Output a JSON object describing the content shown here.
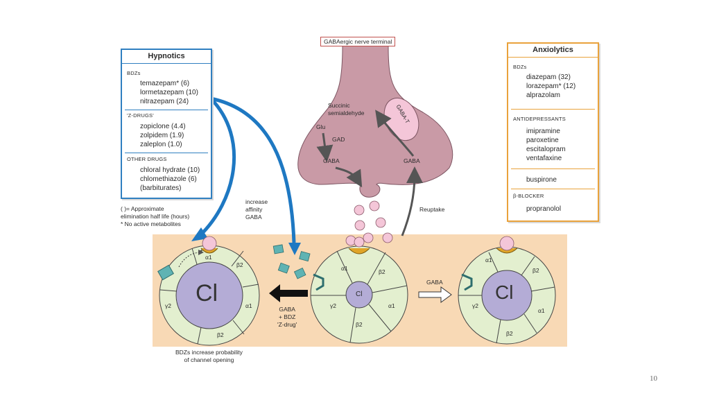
{
  "hypnotics": {
    "title": "Hypnotics",
    "bdz_caption": "BDZs",
    "bdz_drugs": [
      "temazepam* (6)",
      "lormetazepam (10)",
      "nitrazepam (24)"
    ],
    "zdrug_caption": "'Z-DRUGS'",
    "z_drugs": [
      "zopiclone (4.4)",
      "zolpidem (1.9)",
      "zaleplon (1.0)"
    ],
    "other_caption": "OTHER DRUGS",
    "other_drugs": [
      "chloral hydrate (10)",
      "chlomethiazole (6)",
      "(barbiturates)"
    ]
  },
  "legend_notes": [
    "( )= Approximate",
    "elimination half life (hours)",
    "* No active metabolites"
  ],
  "anxiolytics": {
    "title": "Anxiolytics",
    "bdz_caption": "BDZs",
    "bdz_drugs": [
      "diazepam (32)",
      "lorazepam* (12)",
      "alprazolam"
    ],
    "antidep_caption": "ANTIDEPRESSANTS",
    "antidep_drugs": [
      "imipramine",
      "paroxetine",
      "escitalopram",
      "ventafaxine"
    ],
    "buspirone": "buspirone",
    "beta_caption": "β-BLOCKER",
    "beta_drugs": [
      "propranolol"
    ]
  },
  "terminal": {
    "label": "GABAergic nerve terminal",
    "succinic": [
      "Succinic",
      "semialdehyde"
    ],
    "glu": "Glu",
    "gad": "GAD",
    "gaba_left": "GABA",
    "gaba_right": "GABA",
    "gaba_t": "GABA-T",
    "reuptake": "Reuptake"
  },
  "affinity_text": [
    "increase",
    "affinity",
    "GABA"
  ],
  "left_arrow_text": [
    "GABA",
    "+ BDZ",
    "'Z-drug'"
  ],
  "right_arrow_text": "GABA",
  "bdz_probability": [
    "BDZs increase probability",
    "of channel opening"
  ],
  "channel_left": {
    "pore": "Cl",
    "a1": "α1",
    "b2top": "β2",
    "a1r": "α1",
    "b2bot": "β2",
    "g2": "γ2",
    "plus": "+"
  },
  "channel_mid": {
    "pore": "Cl",
    "a1": "α1",
    "b2top": "β2",
    "a1r": "α1",
    "b2bot": "β2",
    "g2": "γ2"
  },
  "channel_right": {
    "pore": "Cl",
    "a1": "α1",
    "b2top": "β2",
    "a1r": "α1",
    "b2bot": "β2",
    "g2": "γ2"
  },
  "page_number": "10",
  "colors": {
    "hypnotics_border": "#2f7fc0",
    "anxiolytics_border": "#e9a23b",
    "synapse_band": "#f8d9b5",
    "terminal_fill": "#c99aa6",
    "receptor_fill": "#e3efcf",
    "pore_fill": "#b4acd6",
    "gaba_dot": "#f4c6d8",
    "bdz_square": "#5fb3b3",
    "blue_arrow": "#1e78c2"
  }
}
